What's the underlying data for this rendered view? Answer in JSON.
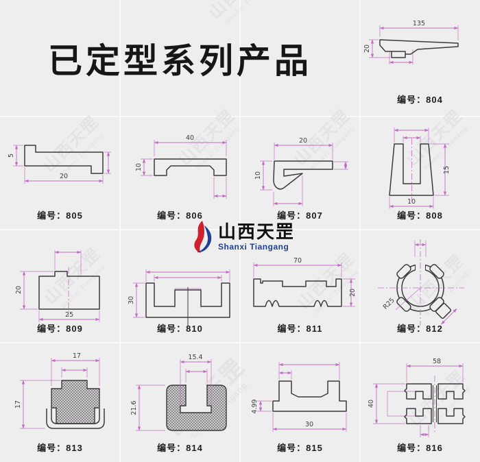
{
  "page": {
    "title": "已定型系列产品"
  },
  "brand": {
    "cn": "山西天罡",
    "en": "Shanxi Tiangang"
  },
  "colors": {
    "background": "#efeeef",
    "outline": "#3a3a3a",
    "dimension_line": "#c06fc0",
    "brand_red": "#cf2030",
    "brand_blue": "#1e3f96"
  },
  "label_prefix": "编号",
  "cells": [
    {
      "code": "804",
      "label": "编号：804",
      "dims": {
        "width": "135",
        "height": "20"
      }
    },
    {
      "code": "805",
      "label": "编号：805",
      "dims": {
        "height": "5",
        "width": "20"
      }
    },
    {
      "code": "806",
      "label": "编号：806",
      "dims": {
        "width": "40",
        "height": "10"
      }
    },
    {
      "code": "807",
      "label": "编号：807",
      "dims": {
        "width": "20",
        "height": "10"
      }
    },
    {
      "code": "808",
      "label": "编号：808",
      "dims": {
        "height": "15",
        "width": "10"
      }
    },
    {
      "code": "809",
      "label": "编号：809",
      "dims": {
        "height": "20",
        "width": "25"
      }
    },
    {
      "code": "810",
      "label": "编号：810",
      "dims": {
        "height": "30"
      }
    },
    {
      "code": "811",
      "label": "编号：811",
      "dims": {
        "width": "70",
        "height": "20"
      }
    },
    {
      "code": "812",
      "label": "编号：812",
      "dims": {
        "radius": "R25"
      }
    },
    {
      "code": "813",
      "label": "编号：813",
      "dims": {
        "width": "17",
        "height": "17"
      }
    },
    {
      "code": "814",
      "label": "编号：814",
      "dims": {
        "width": "15.4",
        "height": "21.6"
      }
    },
    {
      "code": "815",
      "label": "编号：815",
      "dims": {
        "height": "4.99",
        "width": "30"
      }
    },
    {
      "code": "816",
      "label": "编号：816",
      "dims": {
        "width": "58",
        "height": "40"
      }
    }
  ]
}
